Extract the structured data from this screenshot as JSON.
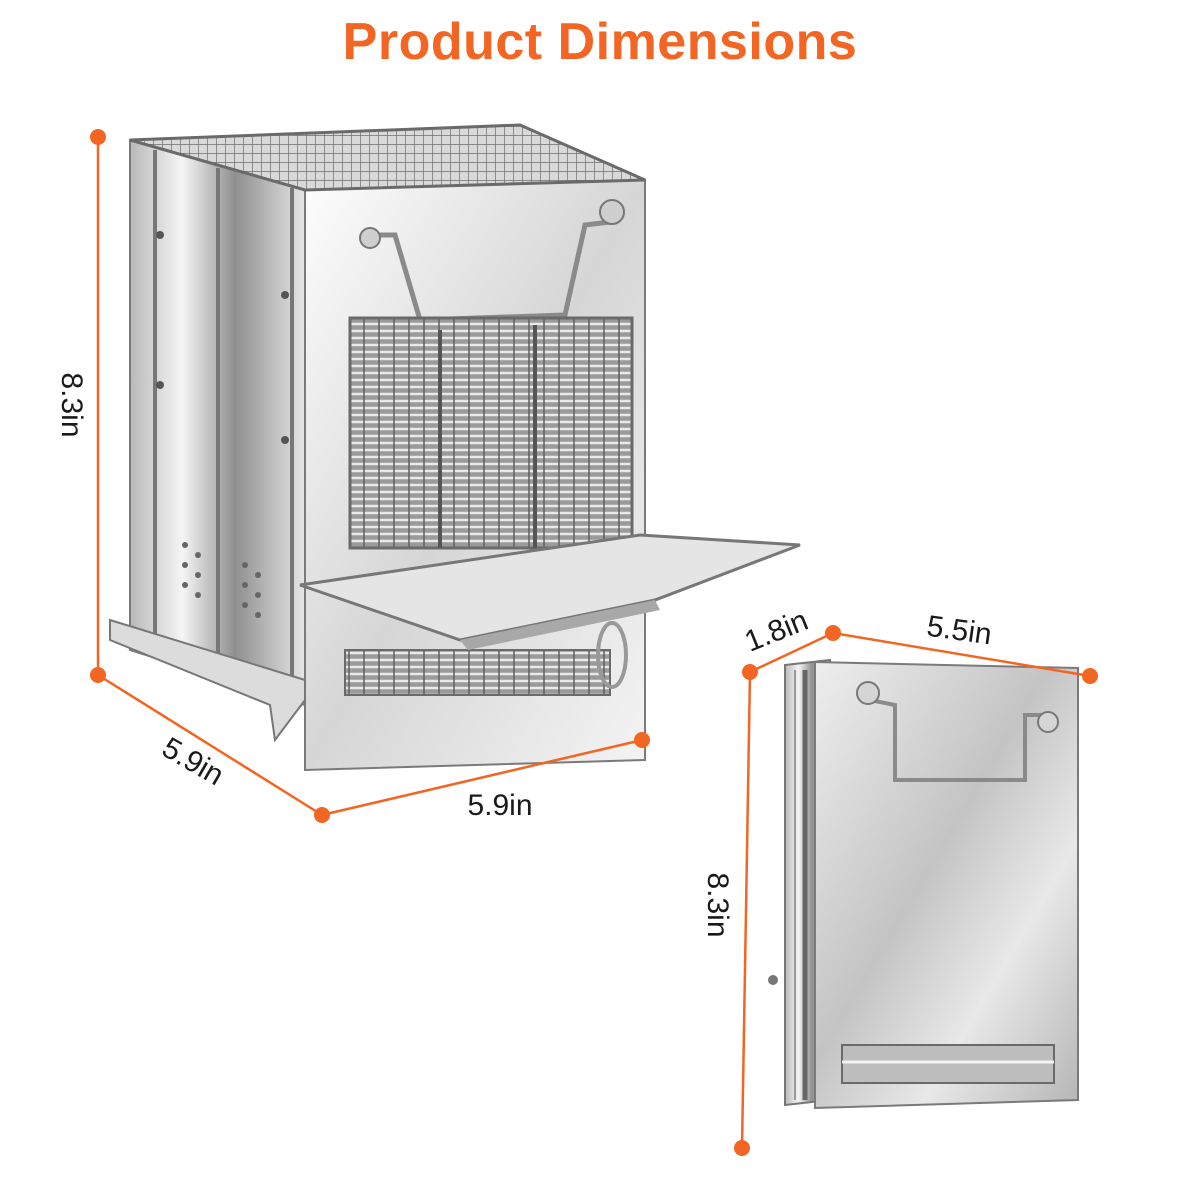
{
  "title": "Product Dimensions",
  "colors": {
    "accent": "#f26522",
    "steel_light": "#f2f2f2",
    "steel_mid": "#c8c8c8",
    "steel_dark": "#8a8a8a"
  },
  "dimensions": {
    "open_height": "8.3in",
    "open_depth": "5.9in",
    "open_width": "5.9in",
    "folded_thickness": "1.8in",
    "folded_width": "5.5in",
    "folded_height": "8.3in"
  }
}
